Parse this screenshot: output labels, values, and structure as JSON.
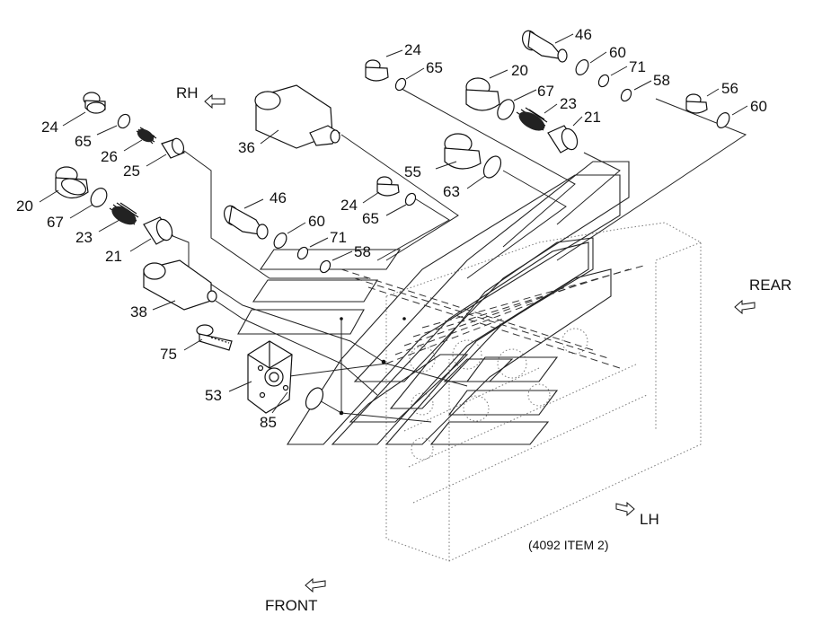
{
  "directions": {
    "rh": "RH",
    "rear": "REAR",
    "lh": "LH",
    "front": "FRONT"
  },
  "reference_note": "(4092 ITEM 2)",
  "part_labels": [
    {
      "id": "l24a",
      "text": "24"
    },
    {
      "id": "l65a",
      "text": "65"
    },
    {
      "id": "l26",
      "text": "26"
    },
    {
      "id": "l25",
      "text": "25"
    },
    {
      "id": "l20a",
      "text": "20"
    },
    {
      "id": "l67a",
      "text": "67"
    },
    {
      "id": "l23a",
      "text": "23"
    },
    {
      "id": "l21a",
      "text": "21"
    },
    {
      "id": "l38",
      "text": "38"
    },
    {
      "id": "l75",
      "text": "75"
    },
    {
      "id": "l53",
      "text": "53"
    },
    {
      "id": "l85",
      "text": "85"
    },
    {
      "id": "l36",
      "text": "36"
    },
    {
      "id": "l46a",
      "text": "46"
    },
    {
      "id": "l60a",
      "text": "60"
    },
    {
      "id": "l71a",
      "text": "71"
    },
    {
      "id": "l58a",
      "text": "58"
    },
    {
      "id": "l24b",
      "text": "24"
    },
    {
      "id": "l65b",
      "text": "65"
    },
    {
      "id": "l55",
      "text": "55"
    },
    {
      "id": "l63",
      "text": "63"
    },
    {
      "id": "l24c",
      "text": "24"
    },
    {
      "id": "l65c",
      "text": "65"
    },
    {
      "id": "l20b",
      "text": "20"
    },
    {
      "id": "l67b",
      "text": "67"
    },
    {
      "id": "l23b",
      "text": "23"
    },
    {
      "id": "l21b",
      "text": "21"
    },
    {
      "id": "l46b",
      "text": "46"
    },
    {
      "id": "l60b",
      "text": "60"
    },
    {
      "id": "l71b",
      "text": "71"
    },
    {
      "id": "l58b",
      "text": "58"
    },
    {
      "id": "l56",
      "text": "56"
    },
    {
      "id": "l60c",
      "text": "60"
    }
  ]
}
